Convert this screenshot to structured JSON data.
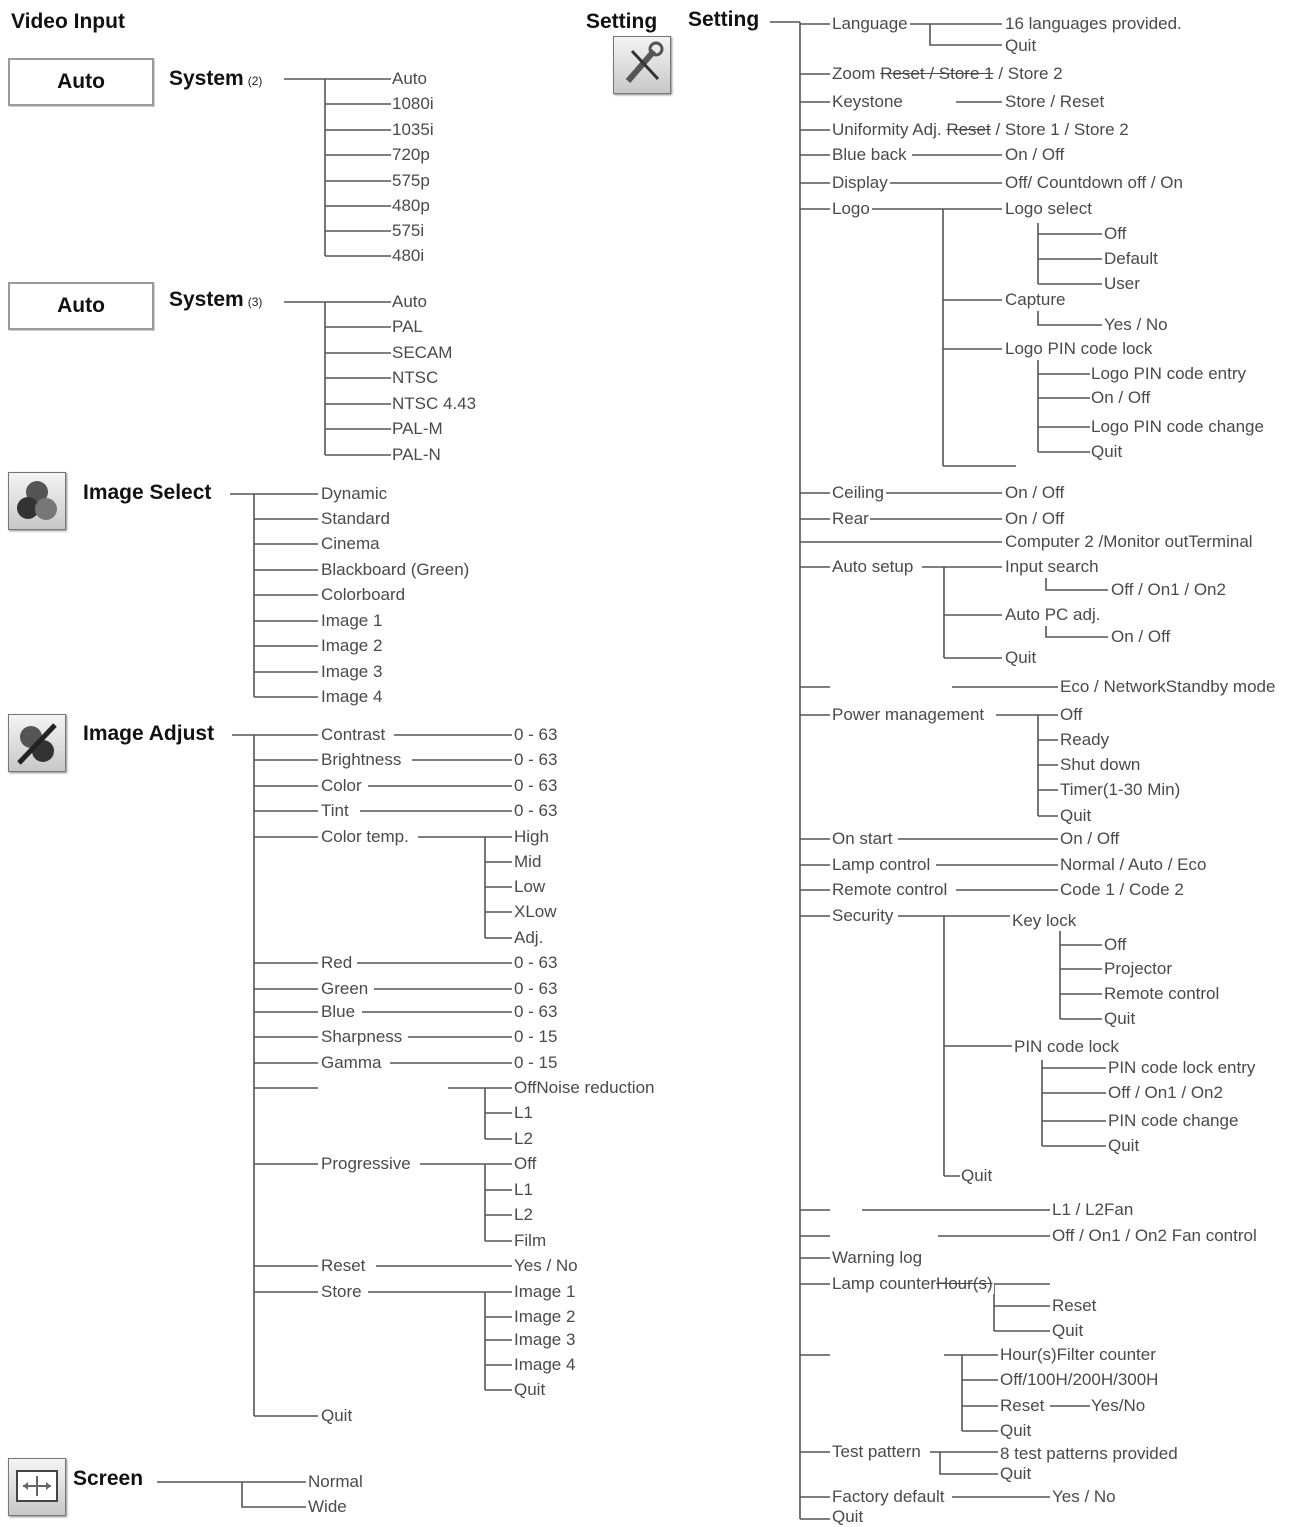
{
  "video_input": {
    "title": "Video Input",
    "auto_button_1": "Auto",
    "auto_button_2": "Auto",
    "system2": {
      "label": "System",
      "note": "(2)",
      "items": [
        "Auto",
        "1080i",
        "1035i",
        "720p",
        "575p",
        "480p",
        "575i",
        "480i"
      ]
    },
    "system3": {
      "label": "System",
      "note": "(3)",
      "items": [
        "Auto",
        "PAL",
        "SECAM",
        "NTSC",
        "NTSC 4.43",
        "PAL-M",
        "PAL-N"
      ]
    }
  },
  "image_select": {
    "title": "Image Select",
    "icon": "image-select-icon",
    "items": [
      "Dynamic",
      "Standard",
      "Cinema",
      "Blackboard (Green)",
      "Colorboard",
      "Image 1",
      "Image 2",
      "Image 3",
      "Image 4"
    ]
  },
  "image_adjust": {
    "title": "Image Adjust",
    "icon": "image-adjust-icon",
    "contrast": "Contrast",
    "contrast_range": "0 - 63",
    "brightness": "Brightness",
    "brightness_range": "0 - 63",
    "color": "Color",
    "color_range": "0 - 63",
    "tint": "Tint",
    "tint_range": "0 - 63",
    "color_temp": "Color temp.",
    "color_temp_options": [
      "High",
      "Mid",
      "Low",
      "XLow",
      "Adj."
    ],
    "red": "Red",
    "red_range": "0 - 63",
    "green": "Green",
    "green_range": "0 - 63",
    "blue": "Blue",
    "blue_range": "0 - 63",
    "sharpness": "Sharpness",
    "sharpness_range": "0 - 15",
    "gamma": "Gamma",
    "gamma_range": "0 - 15",
    "noise_reduction_options": [
      "OffNoise reduction",
      "L1",
      "L2"
    ],
    "progressive": "Progressive",
    "progressive_options": [
      "Off",
      "L1",
      "L2",
      "Film"
    ],
    "reset": "Reset",
    "reset_options": "Yes / No",
    "store": "Store",
    "store_options": [
      "Image 1",
      "Image 2",
      "Image 3",
      "Image 4",
      "Quit"
    ],
    "quit": "Quit"
  },
  "screen": {
    "title": "Screen",
    "icon": "screen-icon",
    "items": [
      "Normal",
      "Wide"
    ]
  },
  "setting": {
    "icon_title": "Setting",
    "title": "Setting",
    "icon": "setting-icon",
    "language": "Language",
    "language_opt": "16 languages provided.",
    "language_quit": "Quit",
    "zoom": "Zoom",
    "zoom_strike": "Reset / Store 1",
    "zoom_opt": "/ Store 2",
    "keystone": "Keystone",
    "keystone_opt": "Store / Reset",
    "uniformity": "Uniformity Adj.",
    "uniformity_strike": "Reset",
    "uniformity_opt": "/ Store 1 / Store 2",
    "blue_back": "Blue back",
    "blue_back_opt": "On / Off",
    "display": "Display",
    "display_opt": "Off/ Countdown off / On",
    "logo": "Logo",
    "logo_select": "Logo select",
    "logo_select_opts": [
      "Off",
      "Default",
      "User"
    ],
    "capture": "Capture",
    "capture_opt": "Yes / No",
    "logo_pin": "Logo PIN code lock",
    "logo_pin_opts": [
      "Logo PIN code entry",
      "On / Off",
      "Logo PIN code change",
      "Quit"
    ],
    "ceiling": "Ceiling",
    "ceiling_opt": "On / Off",
    "rear": "Rear",
    "rear_opt": "On / Off",
    "terminal_opt": "Computer 2 /Monitor outTerminal",
    "auto_setup": "Auto setup",
    "input_search": "Input search",
    "input_search_opt": "Off / On1 / On2",
    "auto_pc": "Auto PC adj.",
    "auto_pc_opt": "On / Off",
    "auto_setup_quit": "Quit",
    "standby_opt": "Eco / NetworkStandby mode",
    "power_mgmt": "Power management",
    "power_opts": [
      "Off",
      "Ready",
      "Shut down",
      "Timer(1-30 Min)",
      "Quit"
    ],
    "on_start": "On start",
    "on_start_opt": "On / Off",
    "lamp_control": "Lamp control",
    "lamp_control_opt": "Normal / Auto / Eco",
    "remote_control": "Remote control",
    "remote_control_opt": "Code 1 / Code 2",
    "security": "Security",
    "key_lock": "Key lock",
    "key_lock_opts": [
      "Off",
      "Projector",
      "Remote control",
      "Quit"
    ],
    "pin_lock": "PIN code lock",
    "pin_lock_opts": [
      "PIN code lock entry",
      "Off / On1 / On2",
      "PIN code change",
      "Quit"
    ],
    "security_quit": "Quit",
    "fan_opt": "L1 / L2Fan",
    "fan_control_opt": "Off / On1 / On2  Fan control",
    "warning_log": "Warning log",
    "lamp_counter": "Lamp counter",
    "lamp_counter_strike": "Hour(s)",
    "lamp_counter_opts": [
      "Reset",
      "Quit"
    ],
    "filter_counter": "Hour(s)Filter counter",
    "filter_opts_1": "Off/100H/200H/300H",
    "filter_reset": "Reset",
    "filter_reset_opt": "Yes/No",
    "filter_quit": "Quit",
    "test_pattern": "Test pattern",
    "test_pattern_opt": "8 test patterns provided",
    "test_pattern_quit": "Quit",
    "factory_default": "Factory default",
    "factory_default_opt": "Yes / No",
    "quit": "Quit"
  },
  "colors": {
    "line": "#555555",
    "text": "#4a4a4a",
    "heading": "#111111",
    "button_border": "#9a9a9a"
  }
}
